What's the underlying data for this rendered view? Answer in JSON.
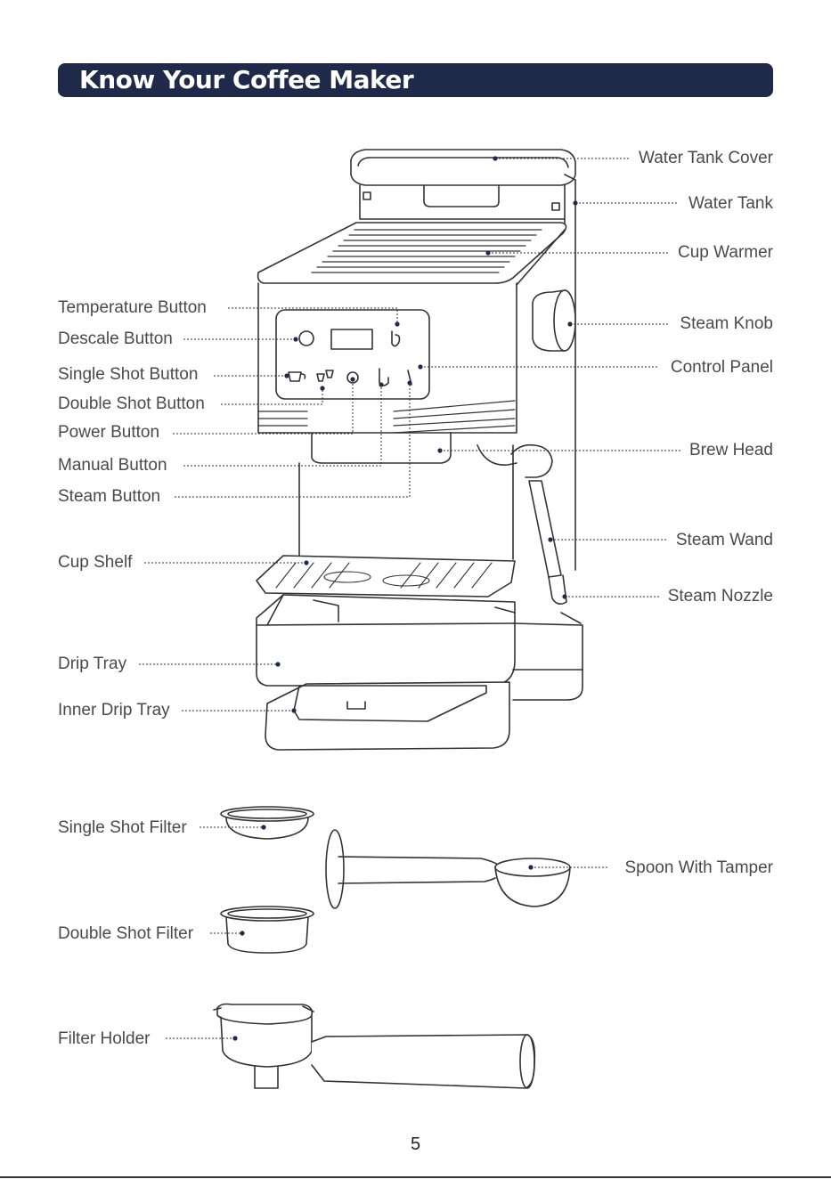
{
  "header": {
    "title": "Know Your Coffee Maker"
  },
  "labels_left": {
    "temperature_button": "Temperature Button",
    "descale_button": "Descale Button",
    "single_shot_button": "Single Shot Button",
    "double_shot_button": "Double Shot Button",
    "power_button": "Power Button",
    "manual_button": "Manual Button",
    "steam_button": "Steam Button",
    "cup_shelf": "Cup Shelf",
    "drip_tray": "Drip Tray",
    "inner_drip_tray": "Inner Drip Tray",
    "single_shot_filter": "Single Shot Filter",
    "double_shot_filter": "Double Shot Filter",
    "filter_holder": "Filter Holder"
  },
  "labels_right": {
    "water_tank_cover": "Water Tank Cover",
    "water_tank": "Water Tank",
    "cup_warmer": "Cup Warmer",
    "steam_knob": "Steam Knob",
    "control_panel": "Control Panel",
    "brew_head": "Brew Head",
    "steam_wand": "Steam Wand",
    "steam_nozzle": "Steam Nozzle",
    "spoon_with_tamper": "Spoon With Tamper"
  },
  "footer": {
    "page_number": "5"
  },
  "colors": {
    "banner": "#1f2a4a",
    "line_art": "#333333",
    "label_text": "#4a4a4a"
  }
}
